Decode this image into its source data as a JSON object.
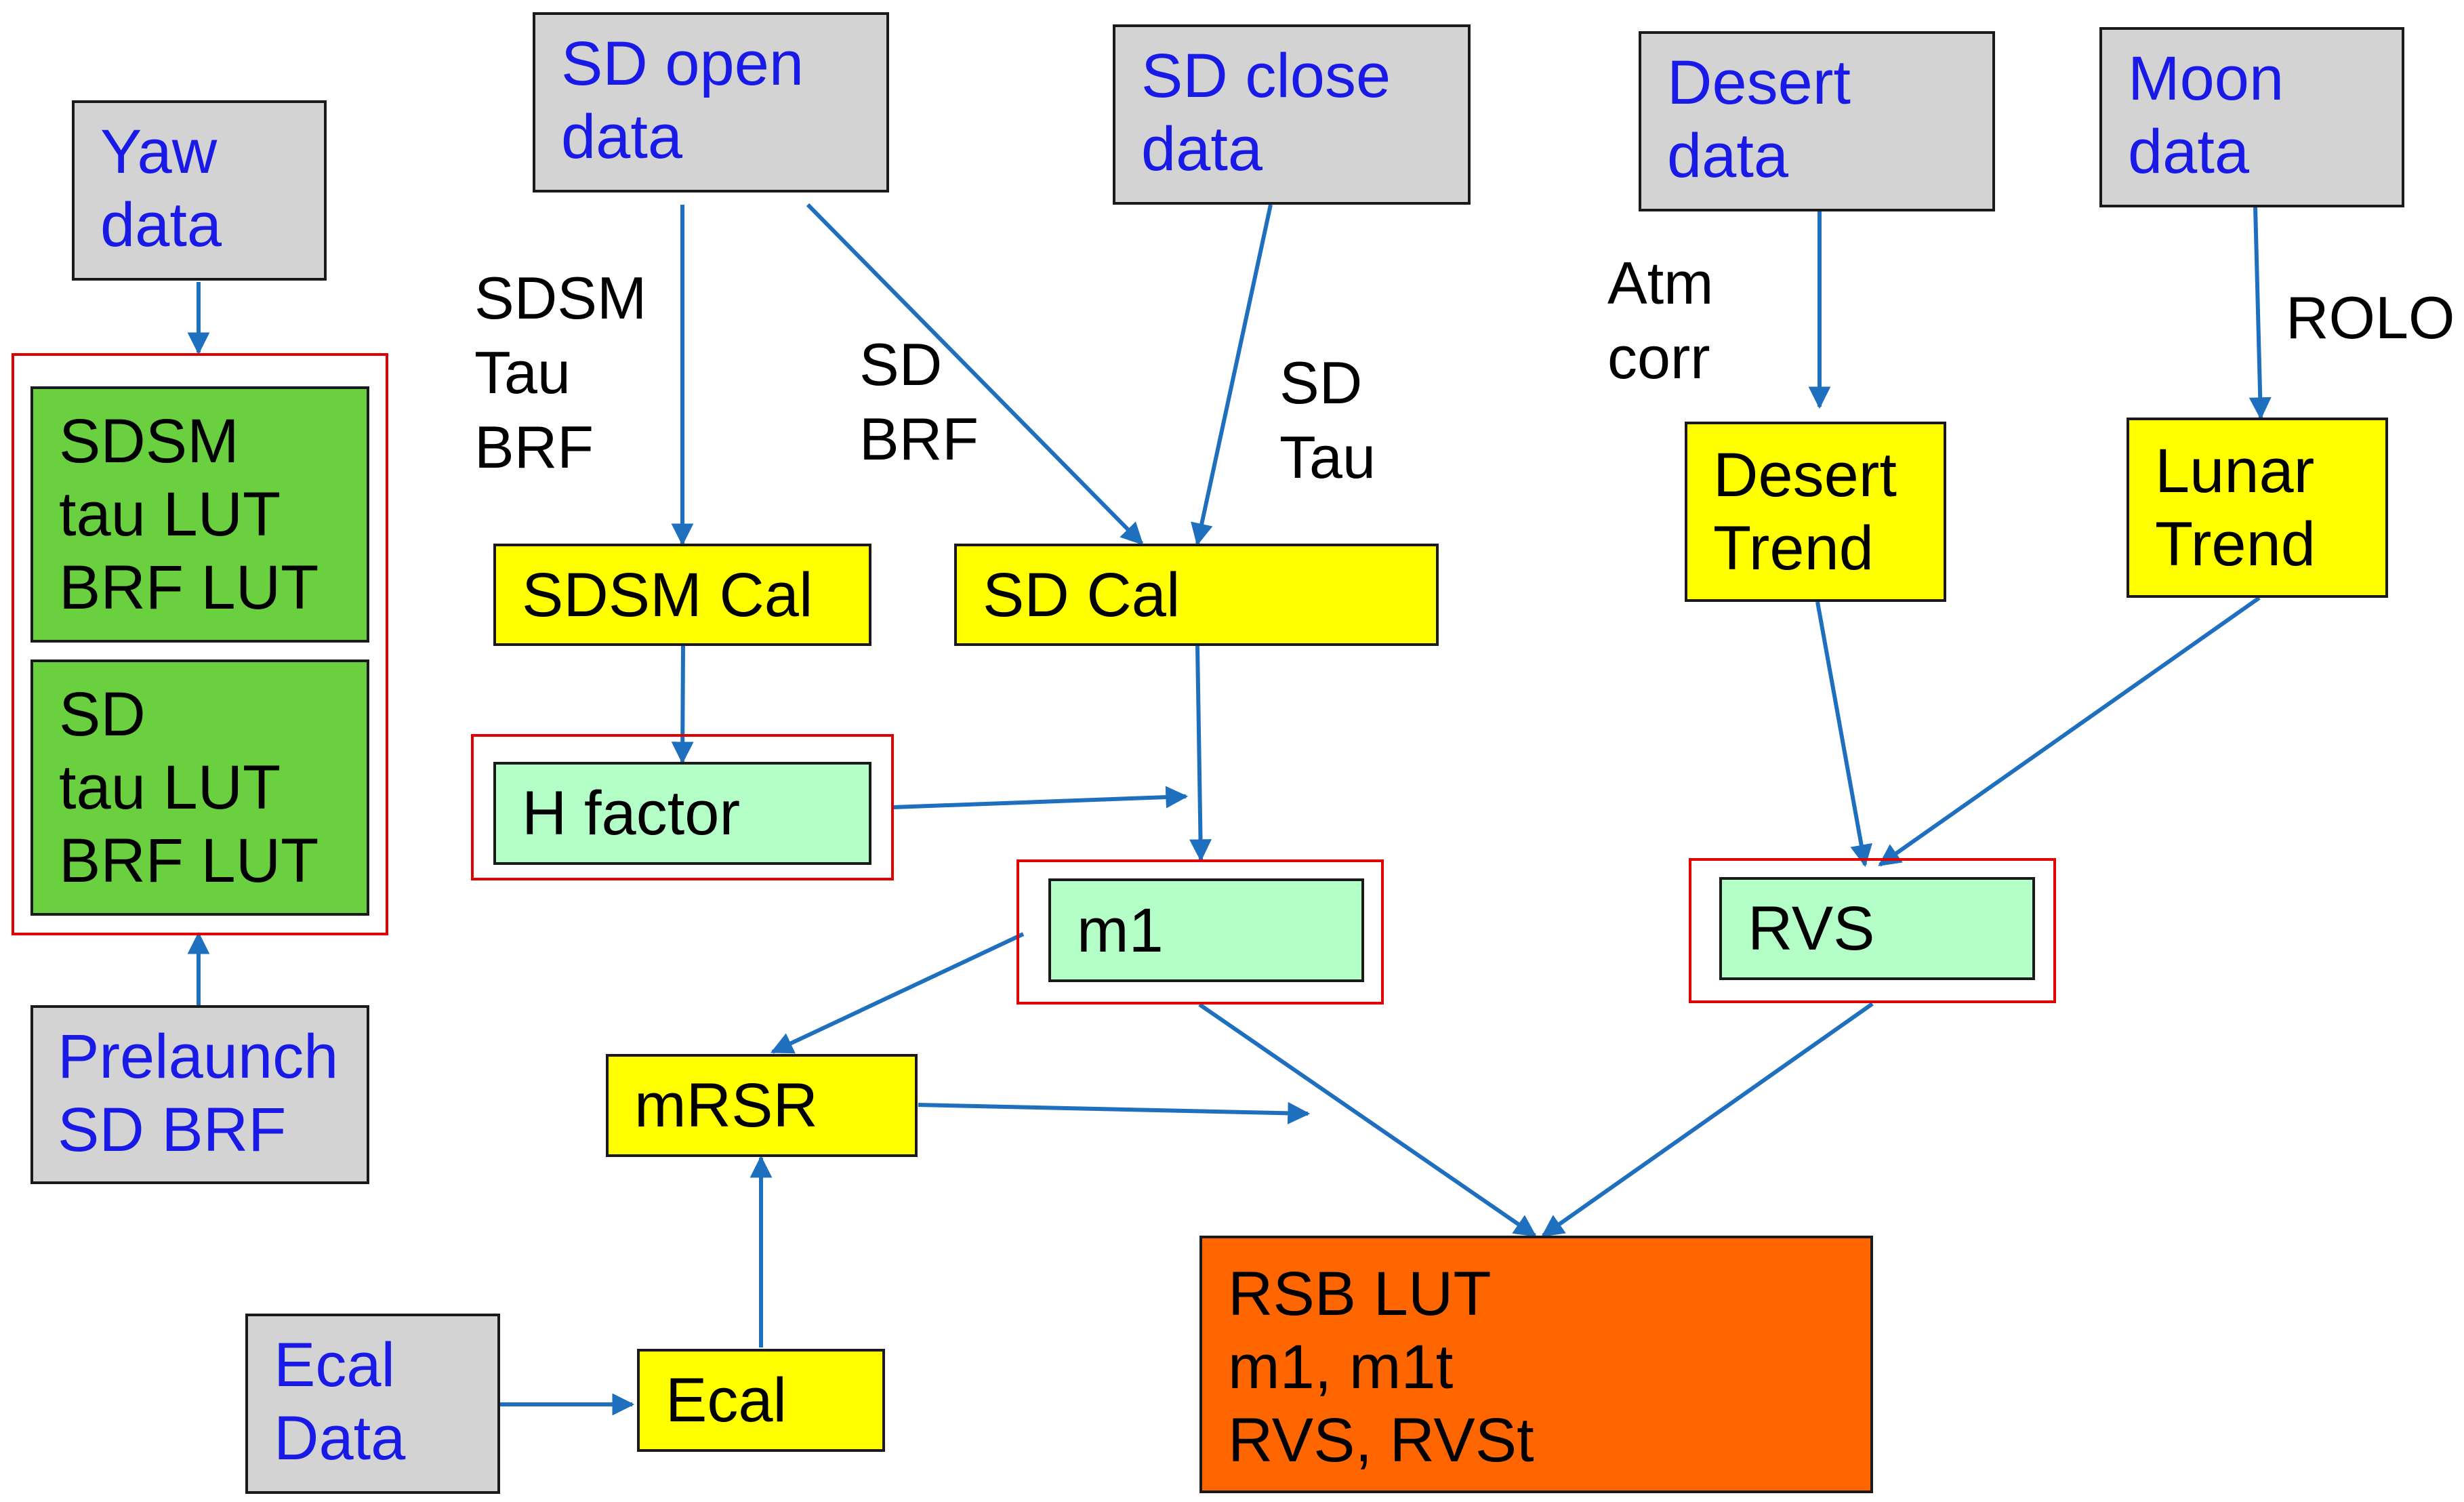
{
  "colors": {
    "arrow": "#1f6fbf",
    "input_fill": "#d3d3d3",
    "input_text": "#1a1ae6",
    "process_fill": "#ffff00",
    "parameter_fill": "#b4ffc8",
    "lut_fill": "#6ad040",
    "output_fill": "#ff6600",
    "frame": "#e00000"
  },
  "inputs": {
    "yaw": [
      "Yaw",
      "data"
    ],
    "sd_open": [
      "SD open",
      "data"
    ],
    "sd_close": [
      "SD close",
      "data"
    ],
    "desert": [
      "Desert",
      "data"
    ],
    "moon": [
      "Moon",
      "data"
    ],
    "prelaunch": [
      "Prelaunch",
      "SD BRF"
    ],
    "ecal": [
      "Ecal",
      "Data"
    ]
  },
  "luts": {
    "sdsm": [
      "SDSM",
      "tau LUT",
      "BRF LUT"
    ],
    "sd": [
      "SD",
      "tau LUT",
      "BRF LUT"
    ]
  },
  "processes": {
    "sdsm_cal": "SDSM Cal",
    "sd_cal": "SD Cal",
    "desert_trend": [
      "Desert",
      "Trend"
    ],
    "lunar_trend": [
      "Lunar",
      "Trend"
    ],
    "mrsr": "mRSR",
    "ecal": "Ecal"
  },
  "parameters": {
    "h_factor": "H factor",
    "m1": "m1",
    "rvs": "RVS"
  },
  "output": {
    "rsb_lut": [
      "RSB LUT",
      "m1, m1t",
      "RVS, RVSt"
    ]
  },
  "labels": {
    "sdsm_tau_brf": [
      "SDSM",
      "Tau",
      "BRF"
    ],
    "sd_brf": [
      "SD",
      "BRF"
    ],
    "sd_tau": [
      "SD",
      "Tau"
    ],
    "atm_corr": [
      "Atm",
      "corr"
    ],
    "rolo": "ROLO"
  }
}
